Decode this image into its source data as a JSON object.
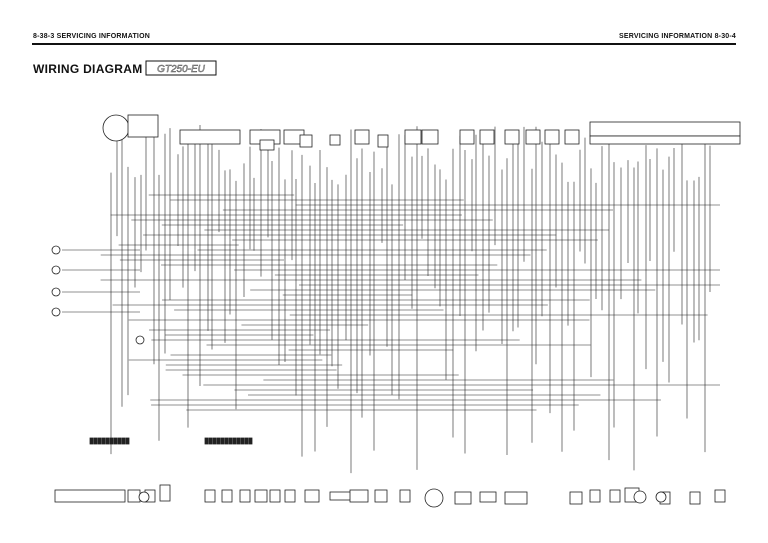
{
  "header": {
    "left": "8-38-3  SERVICING INFORMATION",
    "right": "SERVICING INFORMATION  8-30-4"
  },
  "title": "WIRING DIAGRAM",
  "model_badge": "GT250-EU",
  "colors": {
    "ink": "#111111",
    "paper": "#ffffff",
    "badge_fill": "#d9d9d9"
  }
}
